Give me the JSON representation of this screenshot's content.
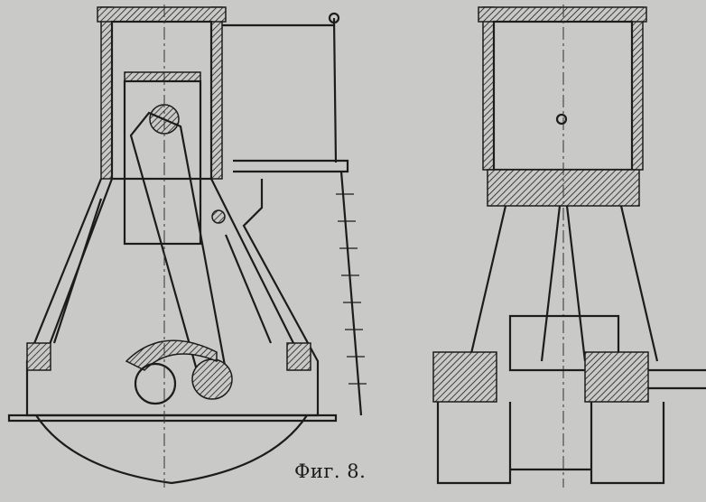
{
  "figure": {
    "caption": "Фиг. 8.",
    "views": [
      "side-section",
      "front-section"
    ],
    "colors": {
      "paper": "#c9c9c7",
      "ink": "#1c1c1c"
    }
  }
}
